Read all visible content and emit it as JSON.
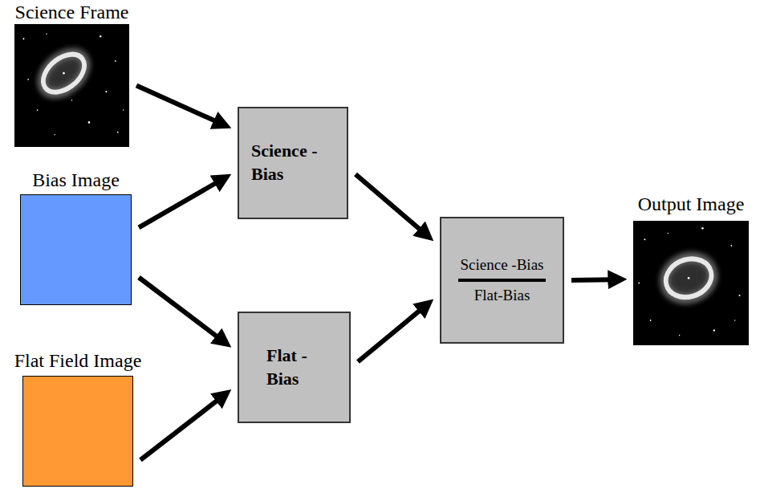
{
  "diagram": {
    "nodes": [
      {
        "text": [
          "Science Frame"
        ]
      },
      {
        "text": [
          "Bias Image"
        ]
      },
      {
        "text": [
          "Flat Field Image"
        ]
      },
      {
        "text": [
          "Science -Bias"
        ]
      },
      {
        "text": [
          "Flat -Bias"
        ]
      },
      {
        "text": [
          "Science -Bias",
          "Flat-Bias"
        ]
      },
      {
        "text": [
          "Output Image"
        ]
      }
    ],
    "edges": [
      {
        "from": 0,
        "to": 3,
        "arrow": "to"
      },
      {
        "from": 1,
        "to": 3,
        "arrow": "to"
      },
      {
        "from": 1,
        "to": 4,
        "arrow": "to"
      },
      {
        "from": 2,
        "to": 4,
        "arrow": "to"
      },
      {
        "from": 3,
        "to": 5,
        "arrow": "to"
      },
      {
        "from": 4,
        "to": 5,
        "arrow": "to"
      },
      {
        "from": 5,
        "to": 6,
        "arrow": "to"
      }
    ]
  }
}
